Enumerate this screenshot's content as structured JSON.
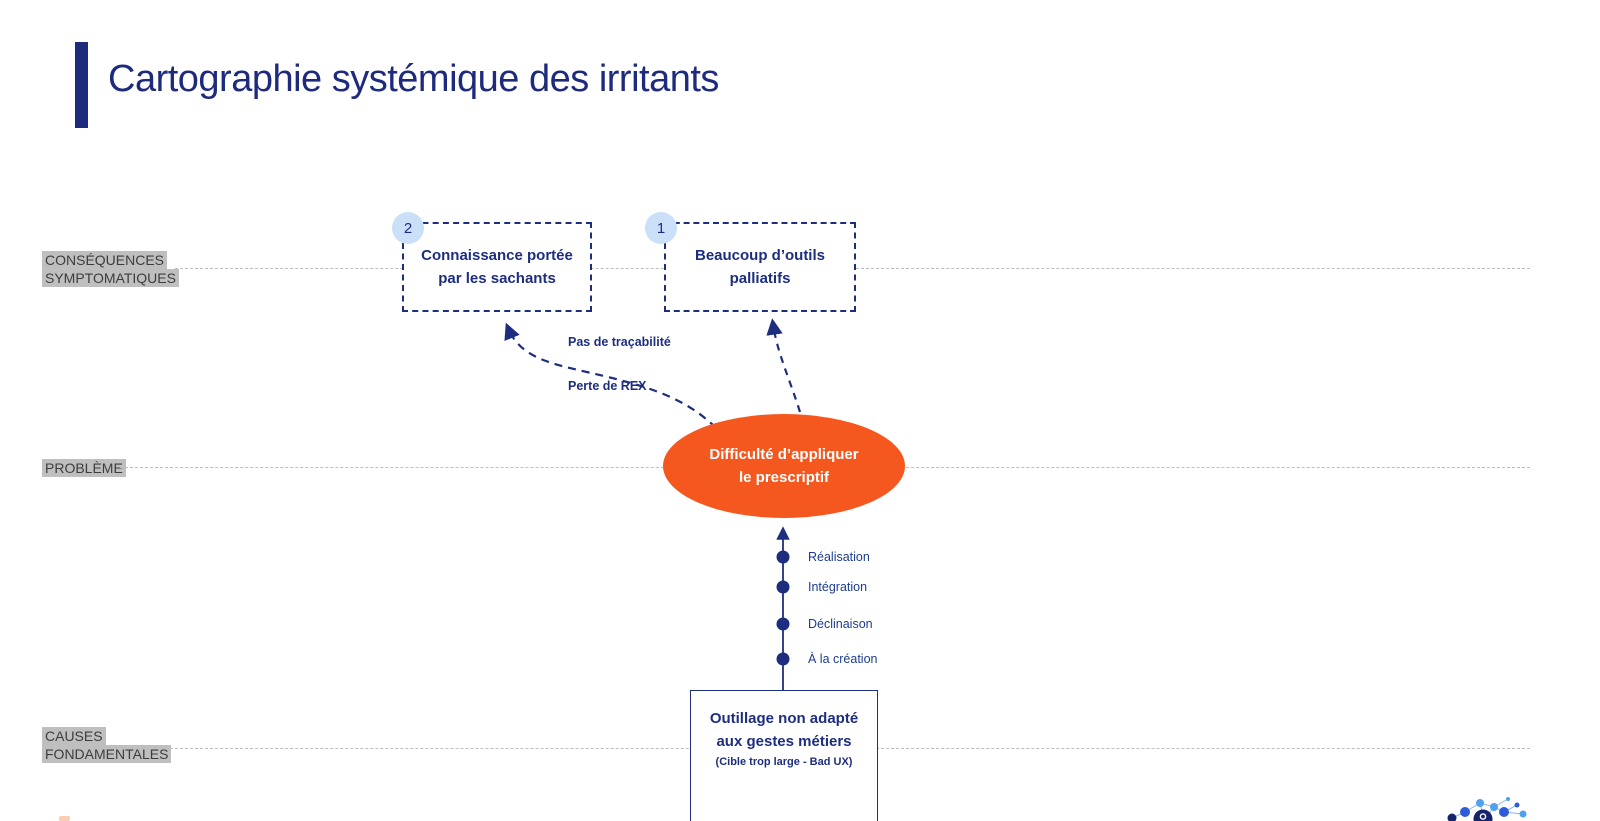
{
  "title": "Cartographie systémique des irritants",
  "lanes": {
    "consequences": {
      "lines": [
        "CONSÉQUENCES",
        "SYMPTOMATIQUES"
      ]
    },
    "probleme": {
      "lines": [
        "PROBLÈME"
      ]
    },
    "causes": {
      "lines": [
        "CAUSES",
        "FONDAMENTALES"
      ]
    }
  },
  "symptom_boxes": [
    {
      "badge": "1",
      "text": "Beaucoup d’outils palliatifs"
    },
    {
      "badge": "2",
      "text": "Connaissance portée par les sachants"
    }
  ],
  "problem": {
    "text": "Difficulté d’appliquer le prescriptif"
  },
  "arrow_labels": {
    "traceability": "Pas de traçabilité",
    "rex": "Perte de REX"
  },
  "timeline": {
    "items": [
      "Réalisation",
      "Intégration",
      "Déclinaison",
      "À la création"
    ]
  },
  "cause_box": {
    "title": "Outillage non adapté aux gestes métiers",
    "subtitle": "(Cible trop large - Bad UX)"
  },
  "icons": {
    "network_logo": "network-constellation-logo"
  },
  "colors": {
    "navy": "#1e2e7e",
    "title_navy": "#1e2b7d",
    "orange": "#f4581f",
    "badge_blue": "#c9e0f8",
    "label_gray": "#bfbfbf",
    "guide_gray": "#bdbdbd",
    "logo_light_blue": "#4fa0f0",
    "logo_mid_blue": "#2e5bd7",
    "logo_dark_blue": "#16246e"
  }
}
